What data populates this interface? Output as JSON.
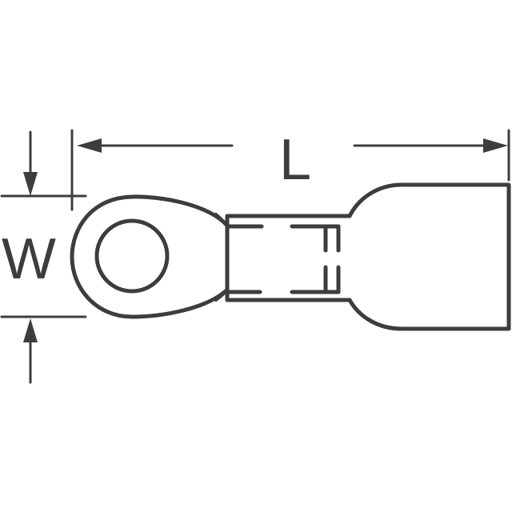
{
  "drawing": {
    "title": "Insulated ring terminal dimension drawing",
    "dimensions": {
      "length_label": "L",
      "width_label": "W"
    },
    "colors": {
      "line": "#3d3d3f",
      "background": "#ffffff"
    }
  }
}
